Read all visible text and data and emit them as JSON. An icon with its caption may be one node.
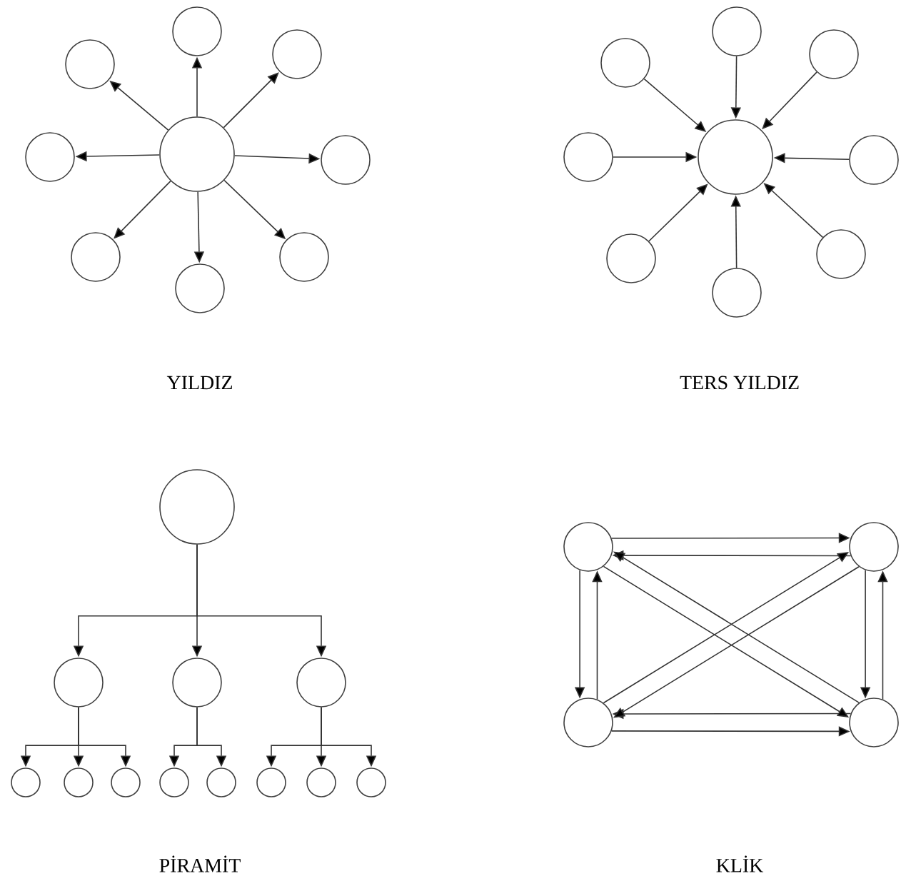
{
  "diagram": {
    "nodes": [
      {
        "text": [],
        "shape": "circle"
      },
      {
        "text": [],
        "shape": "circle"
      },
      {
        "text": [],
        "shape": "circle"
      },
      {
        "text": [],
        "shape": "circle"
      },
      {
        "text": [],
        "shape": "circle"
      },
      {
        "text": [],
        "shape": "circle"
      },
      {
        "text": [],
        "shape": "circle"
      },
      {
        "text": [],
        "shape": "circle"
      },
      {
        "text": [],
        "shape": "circle"
      },
      {
        "text": [],
        "shape": "circle"
      },
      {
        "text": [],
        "shape": "circle"
      },
      {
        "text": [],
        "shape": "circle"
      },
      {
        "text": [],
        "shape": "circle"
      },
      {
        "text": [],
        "shape": "circle"
      },
      {
        "text": [],
        "shape": "circle"
      },
      {
        "text": [],
        "shape": "circle"
      },
      {
        "text": [],
        "shape": "circle"
      },
      {
        "text": [],
        "shape": "circle"
      },
      {
        "text": [],
        "shape": "circle"
      },
      {
        "text": [],
        "shape": "circle"
      },
      {
        "text": [],
        "shape": "circle"
      },
      {
        "text": [],
        "shape": "circle"
      },
      {
        "text": [],
        "shape": "circle"
      },
      {
        "text": [],
        "shape": "circle"
      },
      {
        "text": [],
        "shape": "circle"
      },
      {
        "text": [],
        "shape": "circle"
      },
      {
        "text": [],
        "shape": "circle"
      },
      {
        "text": [],
        "shape": "circle"
      },
      {
        "text": [],
        "shape": "circle"
      },
      {
        "text": [],
        "shape": "circle"
      },
      {
        "text": [],
        "shape": "circle"
      },
      {
        "text": [],
        "shape": "circle"
      },
      {
        "text": [],
        "shape": "circle"
      },
      {
        "text": [],
        "shape": "circle"
      }
    ],
    "edges": [
      {
        "from": 0,
        "to": 1,
        "arrow": "to"
      },
      {
        "from": 0,
        "to": 2,
        "arrow": "to"
      },
      {
        "from": 0,
        "to": 3,
        "arrow": "to"
      },
      {
        "from": 0,
        "to": 4,
        "arrow": "to"
      },
      {
        "from": 0,
        "to": 5,
        "arrow": "to"
      },
      {
        "from": 0,
        "to": 6,
        "arrow": "to"
      },
      {
        "from": 0,
        "to": 7,
        "arrow": "to"
      },
      {
        "from": 0,
        "to": 8,
        "arrow": "to"
      },
      {
        "from": 10,
        "to": 9,
        "arrow": "to"
      },
      {
        "from": 11,
        "to": 9,
        "arrow": "to"
      },
      {
        "from": 12,
        "to": 9,
        "arrow": "to"
      },
      {
        "from": 13,
        "to": 9,
        "arrow": "to"
      },
      {
        "from": 14,
        "to": 9,
        "arrow": "to"
      },
      {
        "from": 15,
        "to": 9,
        "arrow": "to"
      },
      {
        "from": 16,
        "to": 9,
        "arrow": "to"
      },
      {
        "from": 17,
        "to": 9,
        "arrow": "to"
      },
      {
        "from": 18,
        "to": 19,
        "arrow": "to"
      },
      {
        "from": 18,
        "to": 20,
        "arrow": "to"
      },
      {
        "from": 18,
        "to": 21,
        "arrow": "to"
      },
      {
        "from": 19,
        "to": 22,
        "arrow": "to"
      },
      {
        "from": 19,
        "to": 23,
        "arrow": "to"
      },
      {
        "from": 19,
        "to": 24,
        "arrow": "to"
      },
      {
        "from": 20,
        "to": 25,
        "arrow": "to"
      },
      {
        "from": 20,
        "to": 26,
        "arrow": "to"
      },
      {
        "from": 21,
        "to": 27,
        "arrow": "to"
      },
      {
        "from": 21,
        "to": 28,
        "arrow": "to"
      },
      {
        "from": 21,
        "to": 29,
        "arrow": "to"
      },
      {
        "from": 30,
        "to": 31,
        "arrow": "to"
      },
      {
        "from": 31,
        "to": 30,
        "arrow": "to"
      },
      {
        "from": 30,
        "to": 32,
        "arrow": "to"
      },
      {
        "from": 32,
        "to": 30,
        "arrow": "to"
      },
      {
        "from": 31,
        "to": 33,
        "arrow": "to"
      },
      {
        "from": 33,
        "to": 31,
        "arrow": "to"
      },
      {
        "from": 32,
        "to": 33,
        "arrow": "to"
      },
      {
        "from": 33,
        "to": 32,
        "arrow": "to"
      },
      {
        "from": 30,
        "to": 33,
        "arrow": "to"
      },
      {
        "from": 33,
        "to": 30,
        "arrow": "to"
      },
      {
        "from": 32,
        "to": 31,
        "arrow": "to"
      },
      {
        "from": 31,
        "to": 32,
        "arrow": "to"
      }
    ],
    "labels": [
      "YILDIZ",
      "TERS YILDIZ",
      "PİRAMİT",
      "KLİK"
    ]
  }
}
